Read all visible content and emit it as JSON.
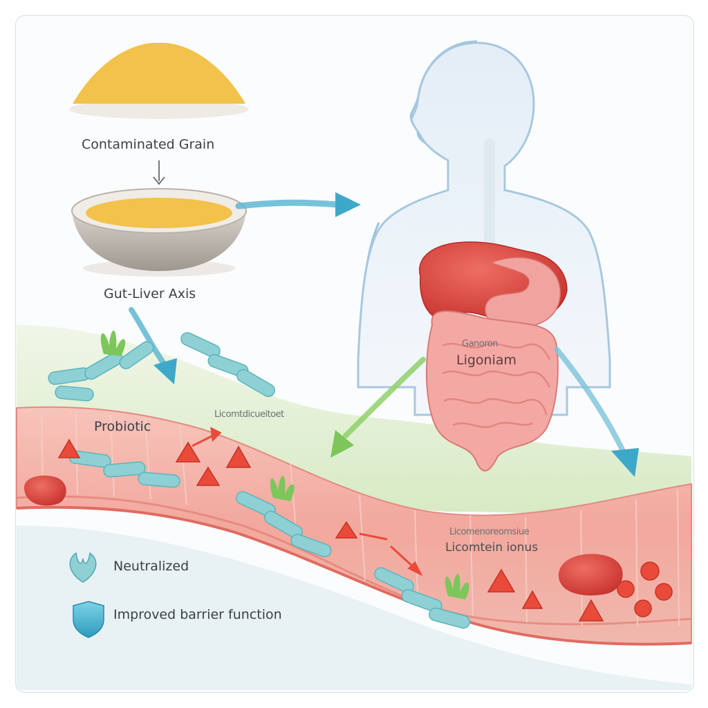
{
  "labels": {
    "contaminated_grain": "Contaminated Grain",
    "gut_liver_axis": "Gut-Liver Axis",
    "probiotic": "Probiotic",
    "neutralized": "Neutralized",
    "improved_barrier": "Improved barrier function",
    "organ_label": "Ligoniam",
    "organ_label_top": "Ganoron",
    "gut_label": "Licomtein ionus",
    "gut_label_top": "Licomenoreomsiue",
    "gut_label_mid": "Licomtdicueitoet"
  },
  "colors": {
    "grain": "#f2c24a",
    "bacteria": "#8fd0d4",
    "toxin": "#e94a3a",
    "liver": "#d9403c",
    "intestine": "#f4a4a0",
    "gut_wall": "#f3b1a8",
    "arrow_blue": "#3ea8c9",
    "arrow_green": "#7cc65a",
    "body_outline": "#9cc3dd"
  }
}
